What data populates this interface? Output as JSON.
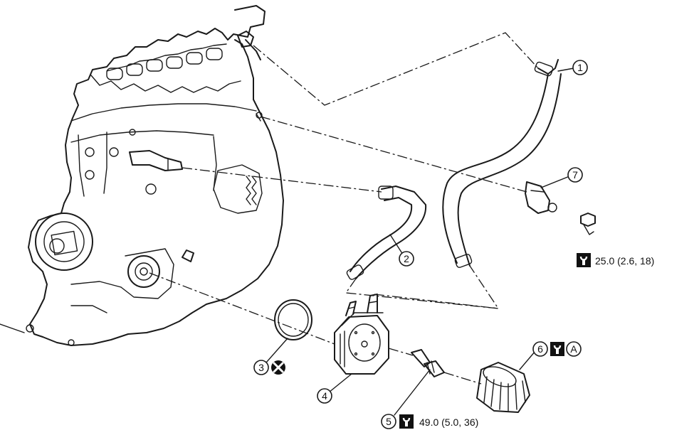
{
  "callouts": [
    {
      "id": "1",
      "label": "1"
    },
    {
      "id": "2",
      "label": "2"
    },
    {
      "id": "3",
      "label": "3"
    },
    {
      "id": "4",
      "label": "4"
    },
    {
      "id": "5",
      "label": "5"
    },
    {
      "id": "6",
      "label": "6"
    },
    {
      "id": "7",
      "label": "7"
    }
  ],
  "torques": {
    "bolt_7": "25.0 (2.6, 18)",
    "connector_5": "49.0 (5.0, 36)"
  },
  "symbols": {
    "gasket_replace": "x-in-circle-icon",
    "torque": "torque-wrench-icon",
    "note_a": "A"
  }
}
